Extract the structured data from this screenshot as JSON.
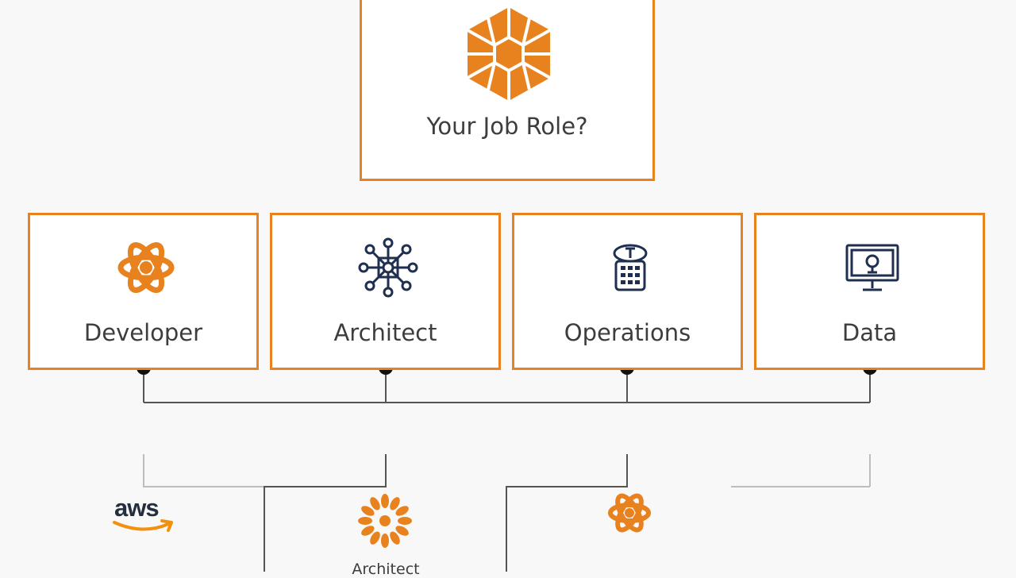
{
  "colors": {
    "accent": "#e8821e",
    "connector": "#555555",
    "text": "#3d3d3d",
    "icon_dark": "#1f2f4f"
  },
  "root": {
    "label": "Your Job Role?",
    "icon": "hexagon-mosaic-icon"
  },
  "roles": [
    {
      "label": "Developer",
      "icon": "atom-icon"
    },
    {
      "label": "Architect",
      "icon": "network-snowflake-icon"
    },
    {
      "label": "Operations",
      "icon": "calculator-robot-icon"
    },
    {
      "label": "Data",
      "icon": "monitor-icon"
    }
  ],
  "branches": {
    "logo": {
      "text": "aws",
      "icon": "aws-logo-icon"
    },
    "architect": {
      "label": "Architect",
      "icon": "sunburst-icon"
    },
    "operations": {
      "icon": "atom-icon"
    }
  }
}
